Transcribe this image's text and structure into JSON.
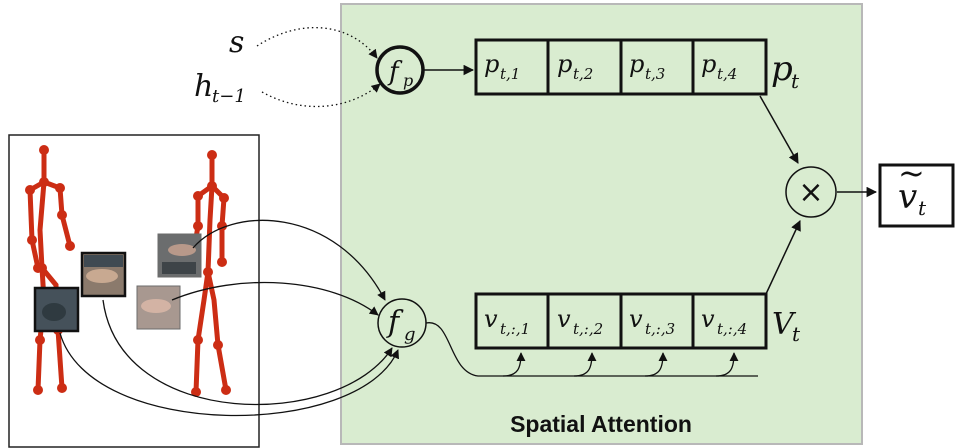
{
  "diagram": {
    "colors": {
      "panel_fill": "#d9ecd0",
      "panel_stroke": "#b8b8b8",
      "skeleton": "#cc2d14",
      "line": "#111111"
    },
    "inputs": {
      "s": "s",
      "h": "h",
      "h_sub": "t−1"
    },
    "fp": {
      "base": "f",
      "sub": "p"
    },
    "fg": {
      "base": "f",
      "sub": "g"
    },
    "p_cells": [
      {
        "base": "p",
        "sub": "t,1"
      },
      {
        "base": "p",
        "sub": "t,2"
      },
      {
        "base": "p",
        "sub": "t,3"
      },
      {
        "base": "p",
        "sub": "t,4"
      }
    ],
    "p_label": {
      "base": "p",
      "sub": "t"
    },
    "v_cells": [
      {
        "base": "v",
        "sub": "t,:,1"
      },
      {
        "base": "v",
        "sub": "t,:,2"
      },
      {
        "base": "v",
        "sub": "t,:,3"
      },
      {
        "base": "v",
        "sub": "t,:,4"
      }
    ],
    "v_label": {
      "base": "V",
      "sub": "t"
    },
    "multiply": "×",
    "output": {
      "base": "v",
      "sub": "t",
      "accent": "~"
    },
    "caption": "Spatial Attention"
  }
}
